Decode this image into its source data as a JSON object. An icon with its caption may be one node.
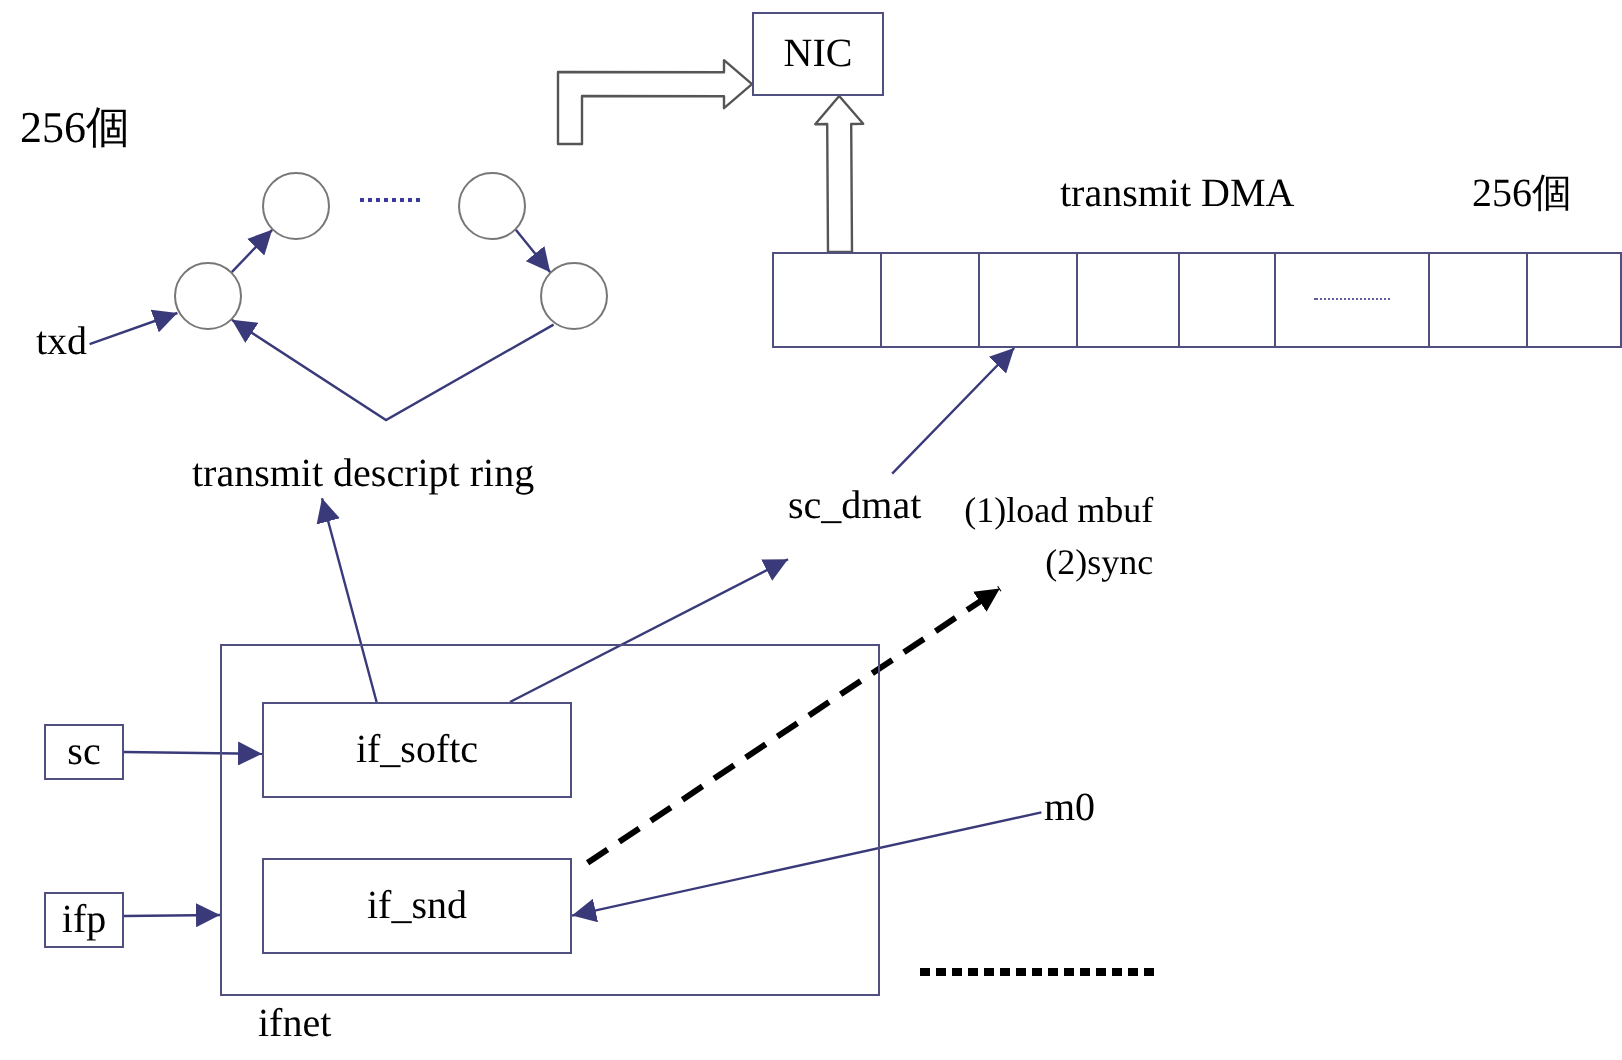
{
  "diagram": {
    "nodes": [
      {
        "text": [
          "NIC"
        ]
      },
      {
        "text": [],
        "shape": "circle"
      },
      {
        "text": [],
        "shape": "circle"
      },
      {
        "text": [
          "txd"
        ]
      },
      {
        "text": [],
        "shape": "circle"
      },
      {
        "text": [],
        "shape": "circle"
      },
      {
        "text": [],
        "shape": "box"
      },
      {
        "text": [
          "transmit descript ring"
        ]
      },
      {
        "text": [
          "sc_dmat",
          "(1)load mbuf (2)sync"
        ]
      },
      {
        "text": [
          "ifnet"
        ]
      },
      {
        "text": [
          "if_softc"
        ],
        "in": 9
      },
      {
        "text": [
          "m0"
        ]
      },
      {
        "text": [
          "sc"
        ]
      },
      {
        "text": [
          "if_snd"
        ],
        "in": 9
      },
      {
        "text": [
          "ifp"
        ]
      }
    ],
    "edges": [
      {
        "from": 3,
        "to": 4,
        "arrow": "to"
      },
      {
        "from": 4,
        "to": 1,
        "arrow": "to"
      },
      {
        "from": 2,
        "to": 5,
        "arrow": "to"
      },
      {
        "from": 5,
        "to": 4,
        "arrow": "to"
      },
      {
        "from": 10,
        "to": 7,
        "arrow": "to"
      },
      {
        "from": 10,
        "to": 8,
        "arrow": "to"
      },
      {
        "from": 13,
        "to": 8,
        "arrow": "to",
        "style": "dashed",
        "color": "#000000"
      },
      {
        "from": 11,
        "to": 13,
        "arrow": "to"
      },
      {
        "from": 12,
        "to": 10,
        "arrow": "to"
      },
      {
        "from": 14,
        "to": 9,
        "arrow": "to"
      },
      {
        "from": 8,
        "to": 6,
        "arrow": "to"
      },
      {
        "from": 6,
        "to": 0,
        "arrow": "to",
        "style": "thick"
      },
      {
        "from": null,
        "to": 0,
        "arrow": "to",
        "style": "thick"
      }
    ],
    "labels": [
      "256個",
      "transmit DMA",
      "256個"
    ]
  }
}
